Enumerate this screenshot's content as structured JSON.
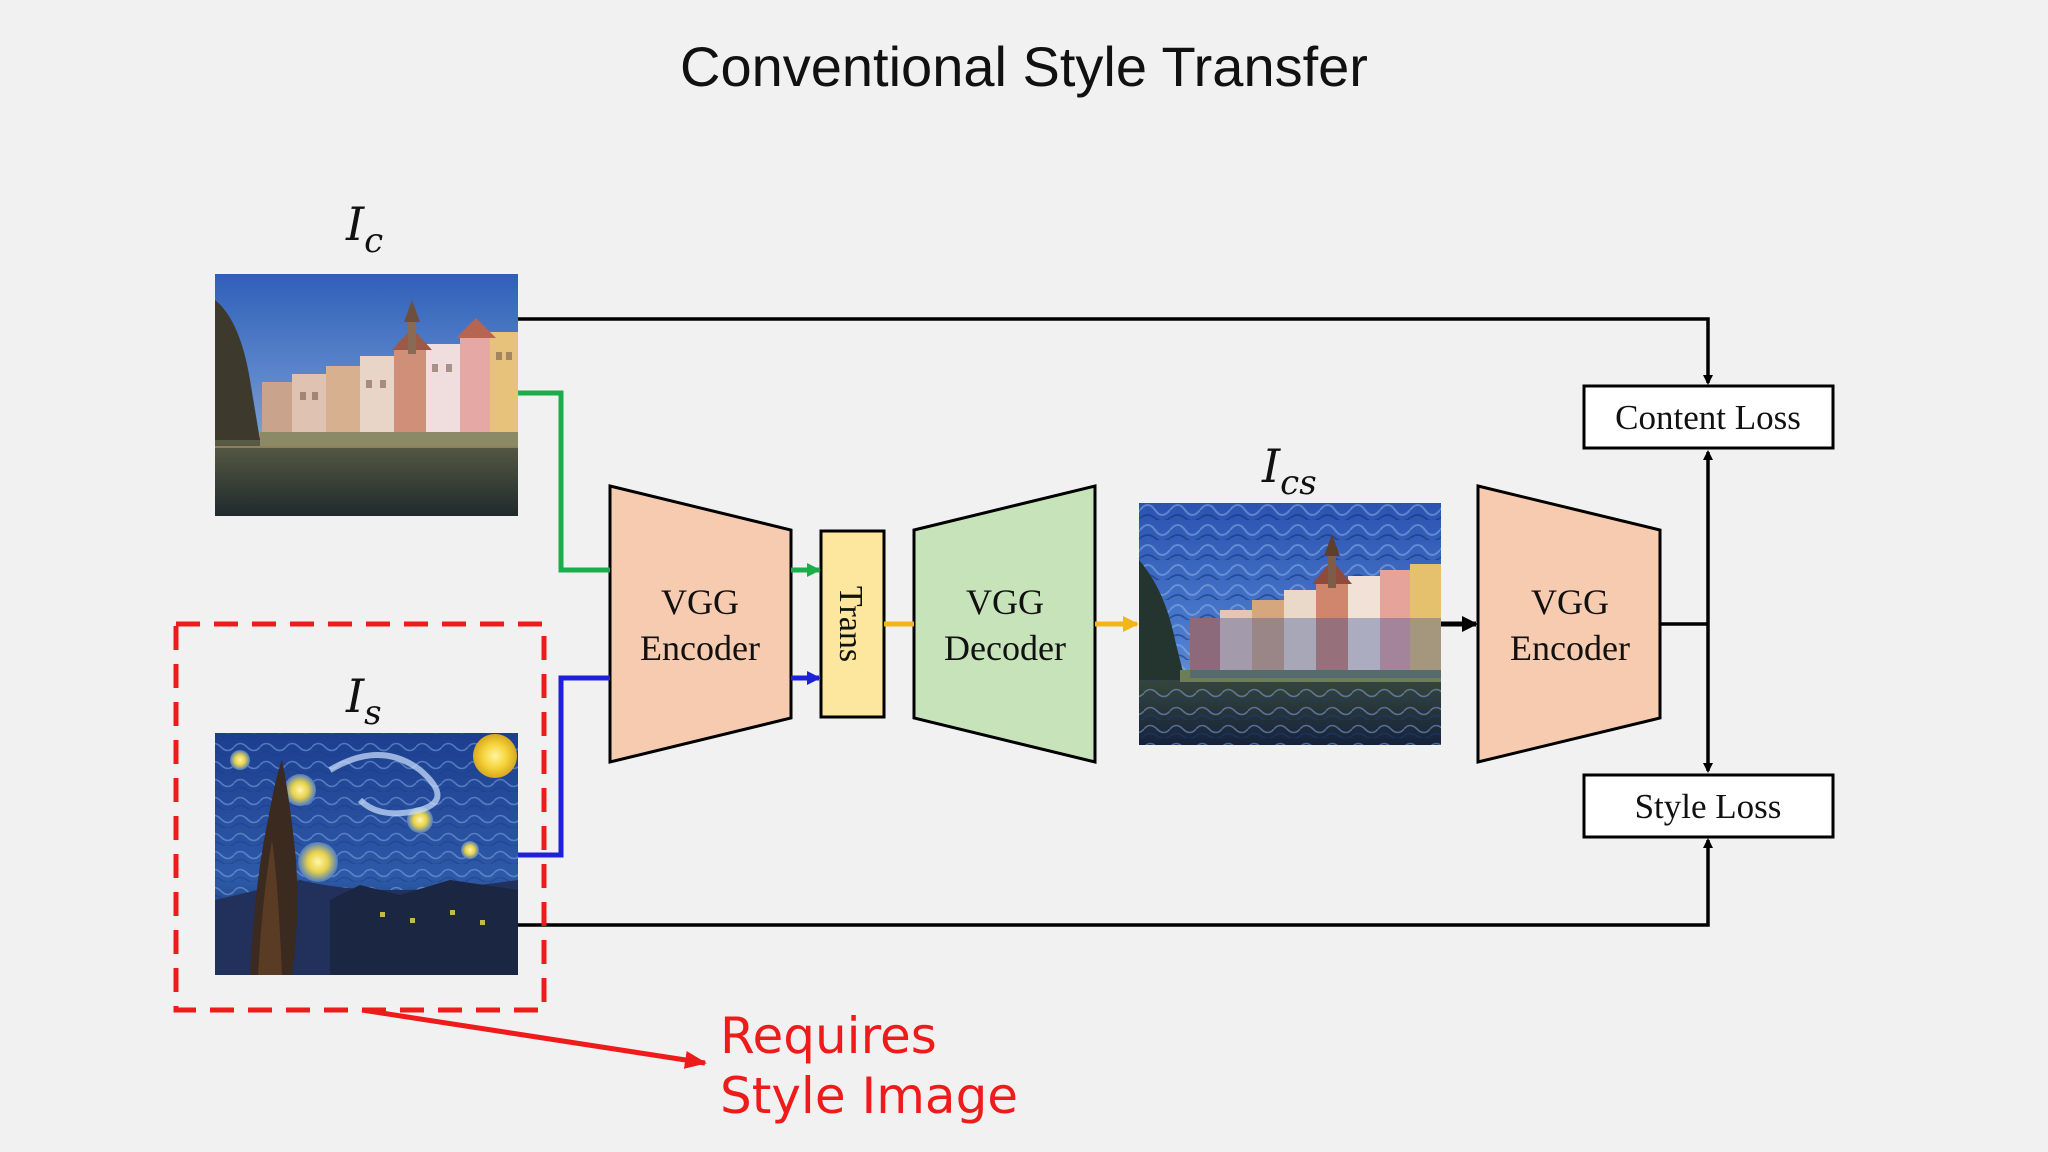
{
  "title": "Conventional Style Transfer",
  "labels": {
    "content_image_base": "I",
    "content_image_sub": "c",
    "style_image_base": "I",
    "style_image_sub": "s",
    "output_image_base": "I",
    "output_image_sub": "cs"
  },
  "blocks": {
    "encoder1_line1": "VGG",
    "encoder1_line2": "Encoder",
    "trans": "Trans",
    "decoder_line1": "VGG",
    "decoder_line2": "Decoder",
    "encoder2_line1": "VGG",
    "encoder2_line2": "Encoder"
  },
  "losses": {
    "content": "Content Loss",
    "style": "Style Loss"
  },
  "annotation": {
    "line1": "Requires",
    "line2": "Style Image"
  },
  "colors": {
    "background": "#f2f1f2",
    "encoder_fill": "#f7cbb0",
    "decoder_fill": "#c7e3ba",
    "trans_fill": "#fde69e",
    "green_line": "#1aad4b",
    "blue_line": "#1f21d8",
    "yellow_arrow": "#f4b41a",
    "annotation_red": "#ee1b1b"
  }
}
